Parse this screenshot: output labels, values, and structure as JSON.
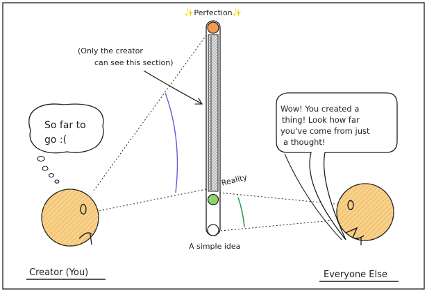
{
  "diagram": {
    "top_label": "✨Perfection✨",
    "note_line1": "(Only the creator",
    "note_line2": "can see this section)",
    "reality_label": "Reality",
    "bottom_label": "A simple idea",
    "thought_line1": "So far to",
    "thought_line2": "go :(",
    "speech_lines": [
      "Wow! You created a",
      "thing! Look how far",
      "you've come from just",
      "a thought!"
    ],
    "creator_label": "Creator (You)",
    "everyone_label": "Everyone Else",
    "colors": {
      "stroke": "#1e1e1e",
      "face_fill": "#f8d28c",
      "face_hatch": "#e5a545",
      "top_circle": "#f39a51",
      "reality_circle": "#8fd36f",
      "bar_pattern": "#c8c8c8",
      "purple_arc": "#6b5bd6",
      "green_arc": "#2f9e44"
    }
  }
}
